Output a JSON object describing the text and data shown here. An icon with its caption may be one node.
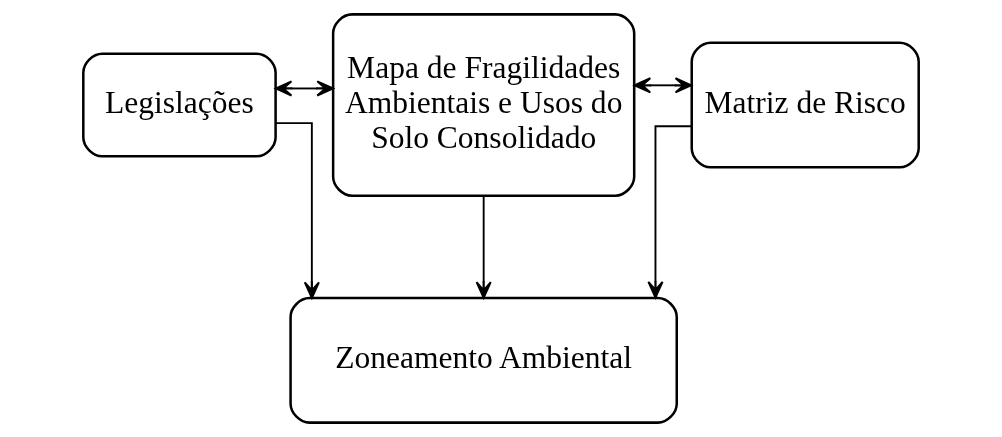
{
  "diagram": {
    "nodes": [
      {
        "text": [
          "Legislações"
        ]
      },
      {
        "text": [
          "Mapa de Fragilidades Ambientais e Usos do Solo Consolidado"
        ]
      },
      {
        "text": [
          "Matriz de Risco"
        ]
      },
      {
        "text": [
          "Zoneamento Ambiental"
        ]
      }
    ],
    "edges": [
      {
        "from": 0,
        "to": 1,
        "arrow": "both"
      },
      {
        "from": 1,
        "to": 2,
        "arrow": "both"
      },
      {
        "from": 0,
        "to": 3,
        "arrow": "to"
      },
      {
        "from": 1,
        "to": 3,
        "arrow": "to"
      },
      {
        "from": 2,
        "to": 3,
        "arrow": "to"
      }
    ]
  }
}
